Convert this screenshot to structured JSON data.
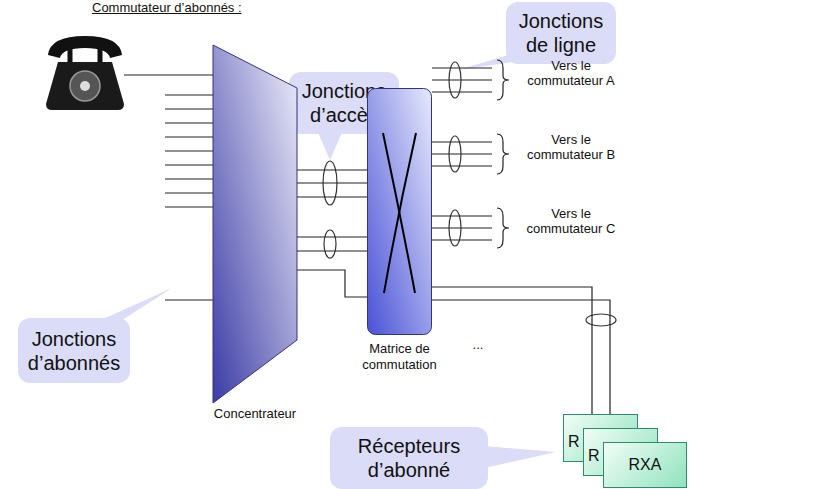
{
  "diagram": {
    "nodes": [
      {
        "text": [
          "Jonctions de ligne"
        ]
      },
      {
        "text": [
          "Jonctions d’accès"
        ]
      },
      {
        "text": [
          "Concentrateur"
        ]
      },
      {
        "text": [
          "Matrice de commutation"
        ]
      },
      {
        "text": [
          "Jonctions d’abonnés"
        ]
      },
      {
        "text": [
          "R"
        ]
      },
      {
        "text": [
          "R"
        ]
      },
      {
        "text": [
          "RXA"
        ]
      },
      {
        "text": [
          "Récepteurs d’abonné"
        ]
      }
    ],
    "edges": [
      {
        "from": 2,
        "to": 3,
        "arrow": "none"
      },
      {
        "from": 2,
        "to": 3,
        "arrow": "none"
      },
      {
        "from": 2,
        "to": 3,
        "arrow": "none"
      },
      {
        "from": 2,
        "to": 3,
        "arrow": "none"
      },
      {
        "from": 2,
        "to": 3,
        "arrow": "none"
      },
      {
        "from": 2,
        "to": 3,
        "arrow": "none"
      },
      {
        "from": 3,
        "to": 5,
        "arrow": "none"
      },
      {
        "from": 3,
        "to": 6,
        "arrow": "none"
      }
    ],
    "labels": [
      "Commutateur d’abonnés :",
      "Vers le commutateur A",
      "Vers le commutateur B",
      "Vers le commutateur C",
      "..."
    ]
  }
}
